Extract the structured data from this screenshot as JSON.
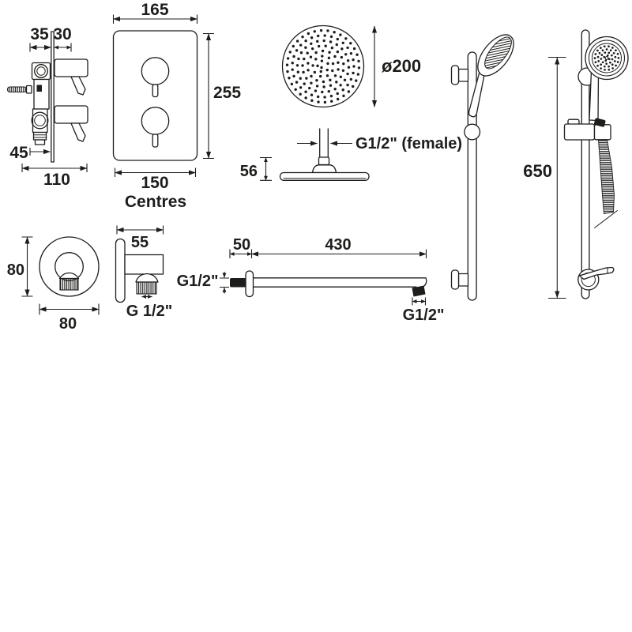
{
  "colors": {
    "background": "#ffffff",
    "line": "#1d1d1b"
  },
  "figures": {
    "valve_side": {
      "dim_a": "35",
      "dim_b": "30",
      "dim_c": "45",
      "dim_d": "110"
    },
    "valve_front": {
      "dim_width": "165",
      "dim_height": "255",
      "dim_bottom": "150",
      "caption": "Centres"
    },
    "head_plan": {
      "dim_diameter": "ø200"
    },
    "head_side": {
      "dim_height": "56",
      "thread": "G1/2\" (female)"
    },
    "rail": {
      "dim_height": "650"
    },
    "outlet_front": {
      "dim_height": "80",
      "dim_width": "80"
    },
    "outlet_side": {
      "dim_depth": "55",
      "thread": "G 1/2\""
    },
    "arm": {
      "thread_left": "G1/2\"",
      "dim_offset": "50",
      "dim_length": "430",
      "thread_right": "G1/2\""
    }
  }
}
